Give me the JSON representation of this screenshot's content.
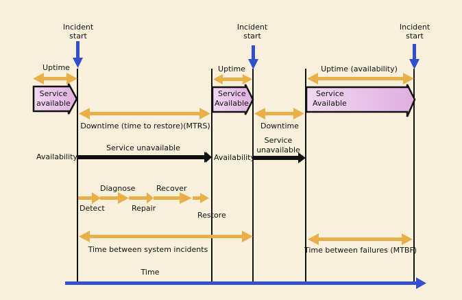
{
  "diagram": {
    "incident_label": "Incident start",
    "incident_markers": [
      {
        "line1": "Incident",
        "line2": "start"
      },
      {
        "line1": "Incident",
        "line2": "start"
      },
      {
        "line1": "Incident",
        "line2": "start"
      }
    ],
    "uptime_labels": [
      "Uptime",
      "Uptime",
      "Uptime (availability)"
    ],
    "service_boxes": [
      {
        "line1": "Service",
        "line2": "available"
      },
      {
        "line1": "Service",
        "line2": "Available"
      },
      {
        "line1": "Service",
        "line2": "Available"
      }
    ],
    "downtime_labels": [
      "Downtime (time to restore)(MTRS)",
      "Downtime"
    ],
    "availability_labels": [
      "Availability",
      "Availability"
    ],
    "service_unavailable_labels": [
      "Service unavailable",
      "Service",
      "unavailable"
    ],
    "steps": {
      "detect": "Detect",
      "diagnose": "Diagnose",
      "repair": "Repair",
      "recover": "Recover",
      "restore": "Restore"
    },
    "time_between_incidents": "Time between system incidents",
    "time_between_failures": "Time between failures (MTBF)",
    "time_axis_label": "Time",
    "colors": {
      "background": "#f8f0da",
      "incident_arrow": "#2f4fd0",
      "time_axis": "#3350d0",
      "span_arrow": "#e9b04a",
      "service_box_fill": "#ecc8ec",
      "line": "#111111"
    }
  }
}
